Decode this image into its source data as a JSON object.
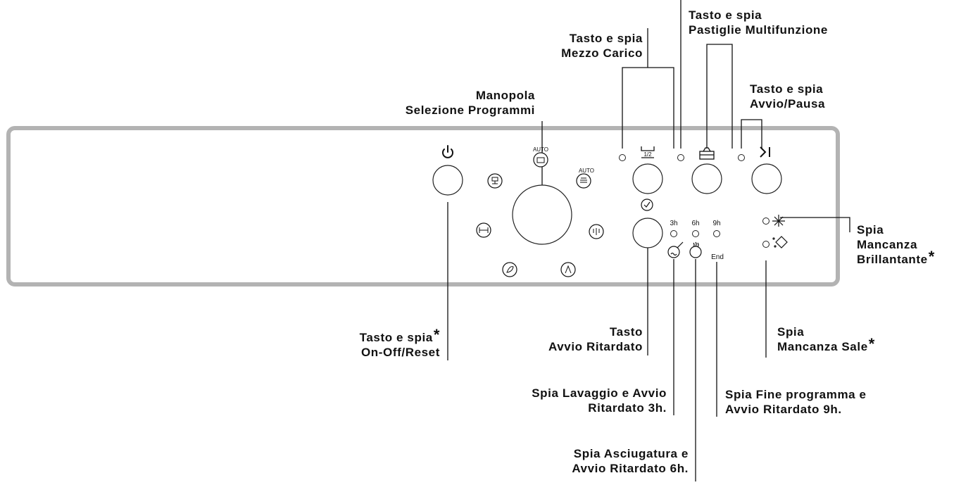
{
  "diagram": {
    "labels": {
      "mezzo_carico": [
        "Tasto e spia",
        "Mezzo Carico"
      ],
      "pastiglie": [
        "Tasto e spia",
        "Pastiglie Multifunzione"
      ],
      "manopola": [
        "Manopola",
        "Selezione Programmi"
      ],
      "avvio_pausa": [
        "Tasto e spia",
        "Avvio/Pausa"
      ],
      "brillantante": [
        "Spia",
        "Mancanza",
        "Brillantante"
      ],
      "on_off": [
        "Tasto e spia",
        "On-Off/Reset"
      ],
      "avvio_ritardato": [
        "Tasto",
        "Avvio Ritardato"
      ],
      "sale": [
        "Spia",
        "Mancanza Sale"
      ],
      "lavaggio_3h": [
        "Spia Lavaggio e Avvio",
        "Ritardato 3h."
      ],
      "fine_9h": [
        "Spia Fine programma e",
        "Avvio Ritardato 9h."
      ],
      "asciugatura_6h": [
        "Spia Asciugatura e",
        "Avvio Ritardato 6h."
      ]
    },
    "asterisk": "*",
    "panel": {
      "auto_label": "AUTO",
      "half_load_label": "1/2",
      "delay_hours": [
        "3h",
        "6h",
        "9h"
      ],
      "end_label": "End"
    },
    "icons": [
      "power-icon",
      "half-load-icon",
      "multifunction-tablet-icon",
      "start-pause-icon",
      "delay-timer-icon",
      "rinse-aid-icon",
      "salt-icon",
      "wash-icon",
      "dry-icon"
    ]
  }
}
